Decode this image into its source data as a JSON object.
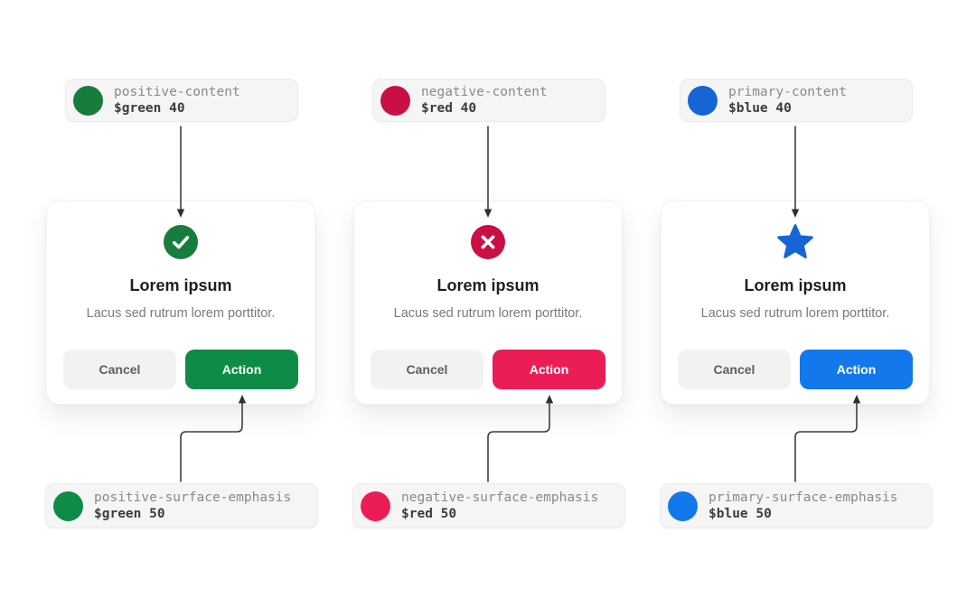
{
  "page": {
    "background": "#ffffff"
  },
  "columns": [
    {
      "id": "positive",
      "icon": "check-circle-icon",
      "accent_content": "#177c3d",
      "accent_surface": "#0e8c47",
      "top_token": {
        "name": "positive-content",
        "value": "$green 40"
      },
      "bottom_token": {
        "name": "positive-surface-emphasis",
        "value": "$green 50"
      },
      "dialog": {
        "title": "Lorem ipsum",
        "subtitle": "Lacus sed rutrum lorem porttitor.",
        "cancel_label": "Cancel",
        "action_label": "Action"
      }
    },
    {
      "id": "negative",
      "icon": "x-circle-icon",
      "accent_content": "#c90f44",
      "accent_surface": "#eb1d56",
      "top_token": {
        "name": "negative-content",
        "value": "$red 40"
      },
      "bottom_token": {
        "name": "negative-surface-emphasis",
        "value": "$red 50"
      },
      "dialog": {
        "title": "Lorem ipsum",
        "subtitle": "Lacus sed rutrum lorem porttitor.",
        "cancel_label": "Cancel",
        "action_label": "Action"
      }
    },
    {
      "id": "primary",
      "icon": "star-icon",
      "accent_content": "#1565d4",
      "accent_surface": "#1278ec",
      "top_token": {
        "name": "primary-content",
        "value": "$blue 40"
      },
      "bottom_token": {
        "name": "primary-surface-emphasis",
        "value": "$blue 50"
      },
      "dialog": {
        "title": "Lorem ipsum",
        "subtitle": "Lacus sed rutrum lorem porttitor.",
        "cancel_label": "Cancel",
        "action_label": "Action"
      }
    }
  ]
}
